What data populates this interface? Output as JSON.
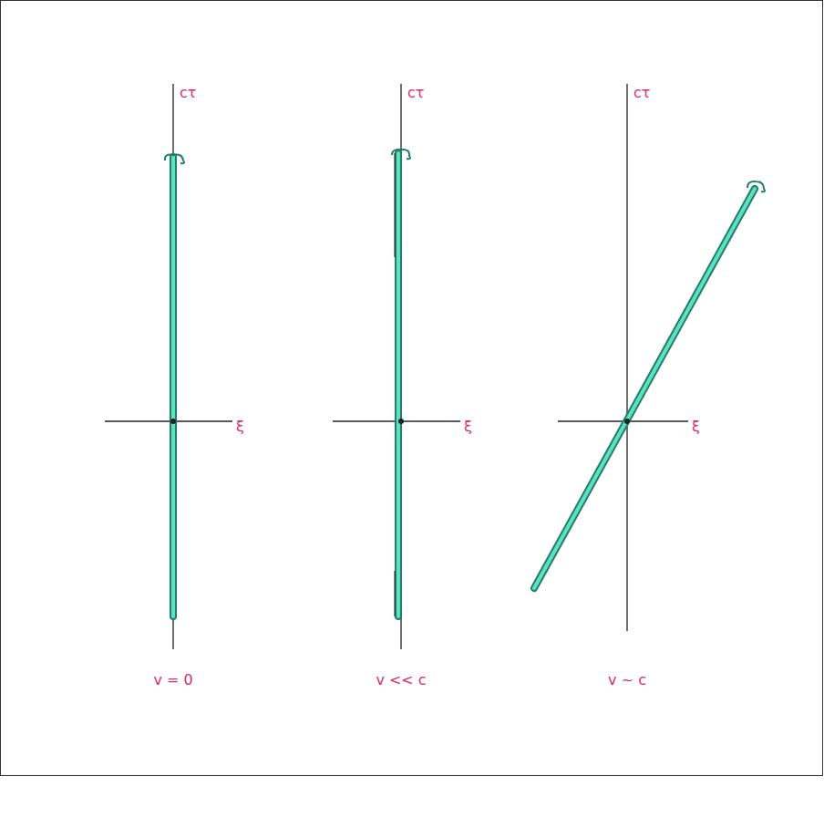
{
  "diagram": {
    "labels": [
      "cτ",
      "ξ",
      "cτ",
      "ξ",
      "cτ",
      "ξ",
      "v = 0",
      "v << c",
      "v ~ c"
    ]
  }
}
